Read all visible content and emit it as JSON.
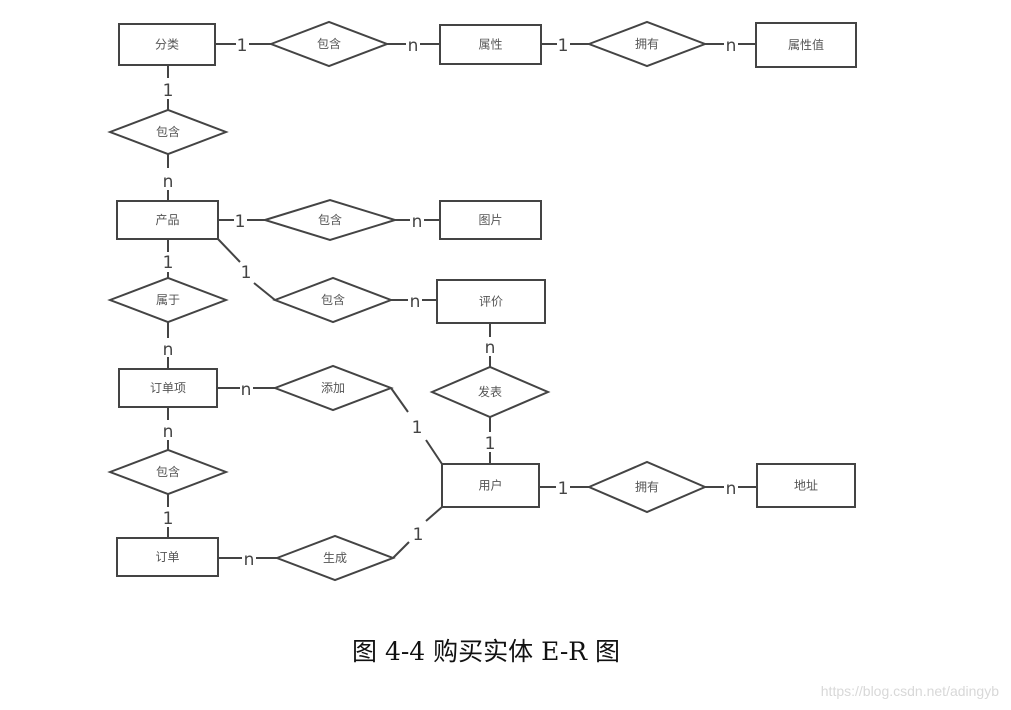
{
  "diagram": {
    "type": "er-diagram",
    "entities": [
      {
        "id": "category",
        "label": "分类"
      },
      {
        "id": "attribute",
        "label": "属性"
      },
      {
        "id": "attribute_value",
        "label": "属性值"
      },
      {
        "id": "product",
        "label": "产品"
      },
      {
        "id": "image",
        "label": "图片"
      },
      {
        "id": "review",
        "label": "评价"
      },
      {
        "id": "order_item",
        "label": "订单项"
      },
      {
        "id": "order",
        "label": "订单"
      },
      {
        "id": "user",
        "label": "用户"
      },
      {
        "id": "address",
        "label": "地址"
      }
    ],
    "relationships": [
      {
        "id": "r1",
        "label": "包含",
        "from": "category",
        "to": "attribute",
        "from_card": "1",
        "to_card": "n"
      },
      {
        "id": "r2",
        "label": "拥有",
        "from": "attribute",
        "to": "attribute_value",
        "from_card": "1",
        "to_card": "n"
      },
      {
        "id": "r3",
        "label": "包含",
        "from": "category",
        "to": "product",
        "from_card": "1",
        "to_card": "n"
      },
      {
        "id": "r4",
        "label": "包含",
        "from": "product",
        "to": "image",
        "from_card": "1",
        "to_card": "n"
      },
      {
        "id": "r5",
        "label": "包含",
        "from": "product",
        "to": "review",
        "from_card": "1",
        "to_card": "n"
      },
      {
        "id": "r6",
        "label": "属于",
        "from": "product",
        "to": "order_item",
        "from_card": "1",
        "to_card": "n"
      },
      {
        "id": "r7",
        "label": "发表",
        "from": "user",
        "to": "review",
        "from_card": "1",
        "to_card": "n"
      },
      {
        "id": "r8",
        "label": "添加",
        "from": "user",
        "to": "order_item",
        "from_card": "1",
        "to_card": "n"
      },
      {
        "id": "r9",
        "label": "包含",
        "from": "order",
        "to": "order_item",
        "from_card": "1",
        "to_card": "n"
      },
      {
        "id": "r10",
        "label": "生成",
        "from": "user",
        "to": "order",
        "from_card": "1",
        "to_card": "n"
      },
      {
        "id": "r11",
        "label": "拥有",
        "from": "user",
        "to": "address",
        "from_card": "1",
        "to_card": "n"
      }
    ]
  },
  "caption": "图 4-4 购买实体 E-R 图",
  "watermark": "https://blog.csdn.net/adingyb"
}
